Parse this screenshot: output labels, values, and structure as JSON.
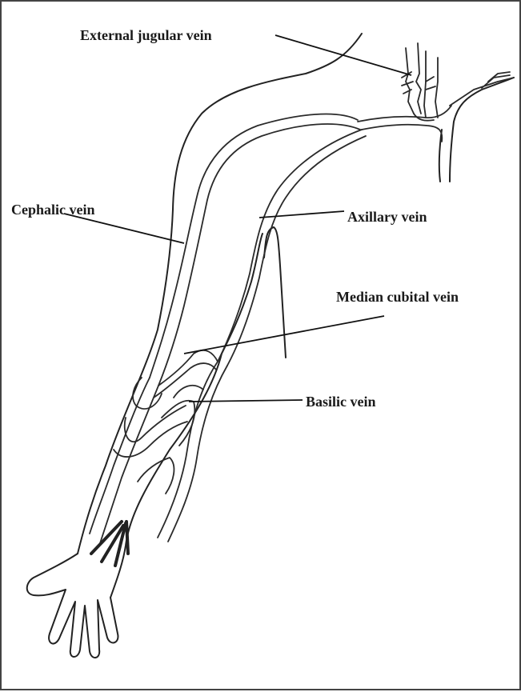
{
  "labels": {
    "external_jugular": "External jugular vein",
    "cephalic": "Cephalic vein",
    "axillary": "Axillary vein",
    "median_cubital": "Median cubital vein",
    "basilic": "Basilic vein"
  },
  "colors": {
    "line": "#222222",
    "border": "#444444",
    "background": "#ffffff"
  }
}
